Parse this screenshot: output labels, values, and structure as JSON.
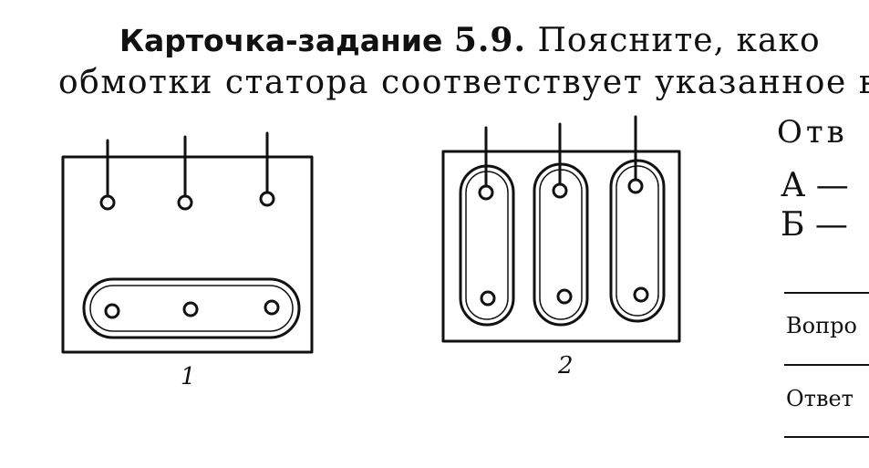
{
  "heading": {
    "card_label": "Карточка-задание",
    "card_number": "5.9.",
    "line1_text": "Поясните, како",
    "line2_text": "обмотки статора соответствует указанное вк"
  },
  "answer": {
    "heading": "Отв",
    "option_a": "А —",
    "option_b": "Б —"
  },
  "question_label": "Вопро",
  "answer_label": "Ответ",
  "figures": [
    {
      "label": "1",
      "terminals_top": 3,
      "jumpers": "1 horizontal, 3 terminals"
    },
    {
      "label": "2",
      "terminals_top": 3,
      "jumpers": "3 vertical, 2 terminals each"
    }
  ]
}
